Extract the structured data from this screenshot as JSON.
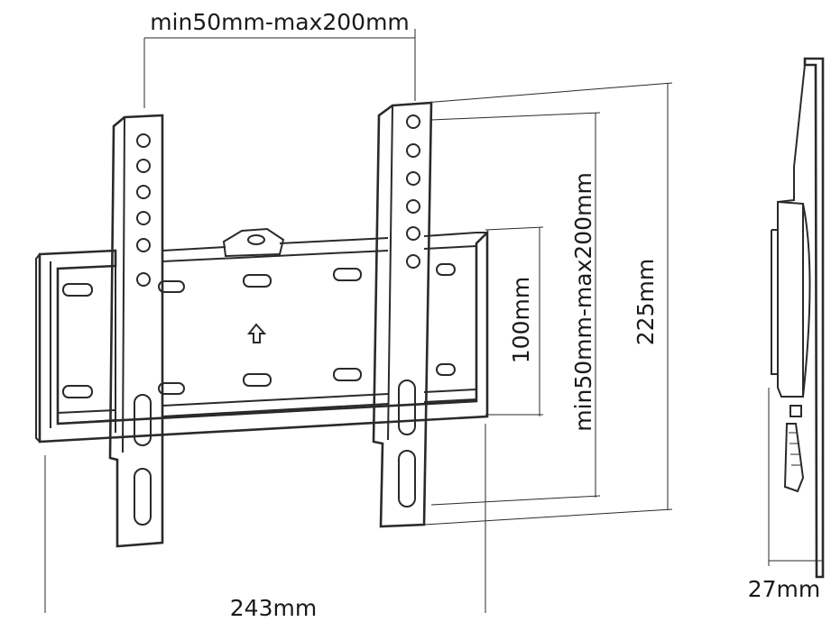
{
  "dimensions": {
    "top_width": "min50mm-max200mm",
    "inner_height": "100mm",
    "vesa_height": "min50mm-max200mm",
    "total_height": "225mm",
    "total_width": "243mm",
    "depth": "27mm"
  },
  "icons": {
    "up_arrow": "up-arrow-icon",
    "lock_knob": "lock-knob-icon"
  }
}
